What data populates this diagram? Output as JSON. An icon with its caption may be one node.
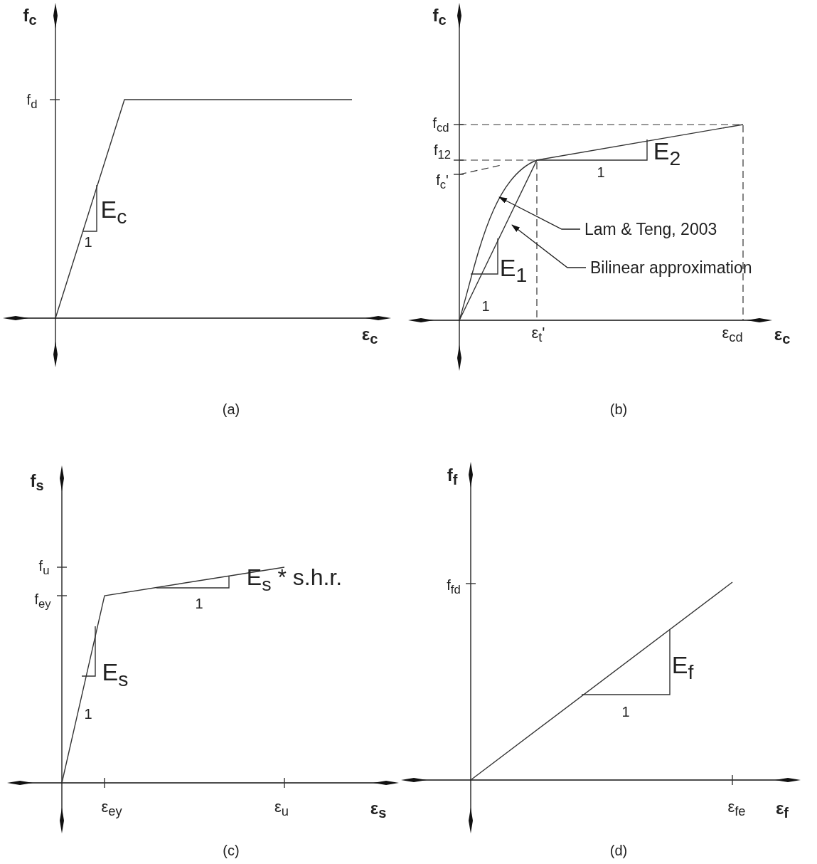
{
  "diagram": {
    "nodes": [
      {
        "text": [
          "Lam & Teng, 2003"
        ]
      },
      {
        "text": [
          "Bilinear approximation"
        ]
      }
    ],
    "edges": [
      {
        "from": 0,
        "to": null,
        "arrow": "to"
      },
      {
        "from": 1,
        "to": null,
        "arrow": "to"
      }
    ],
    "labels": [
      "f$_{c}$",
      "f$_{d}$",
      "E$_{c}$",
      "1",
      "ε$_{c}$",
      "(a)",
      "f$_{c}$",
      "f$_{cd}$",
      "f$_{12}$",
      "E$_{2}$",
      "f$_{c}$'",
      "1",
      "E$_{1}$",
      "1",
      "ε$_{t}$'",
      "ε$_{cd}$",
      "ε$_{c}$",
      "(b)",
      "f$_{s}$",
      "f$_{u}$",
      "f$_{ey}$",
      "1",
      "E$_{s}$ * s.h.r.",
      "E$_{s}$",
      "1",
      "ε$_{ey}$",
      "ε$_{u}$",
      "ε$_{s}$",
      "(c)",
      "f$_{f}$",
      "f$_{fd}$",
      "E$_{f}$",
      "1",
      "ε$_{fe}$",
      "ε$_{f}$",
      "(d)"
    ]
  }
}
